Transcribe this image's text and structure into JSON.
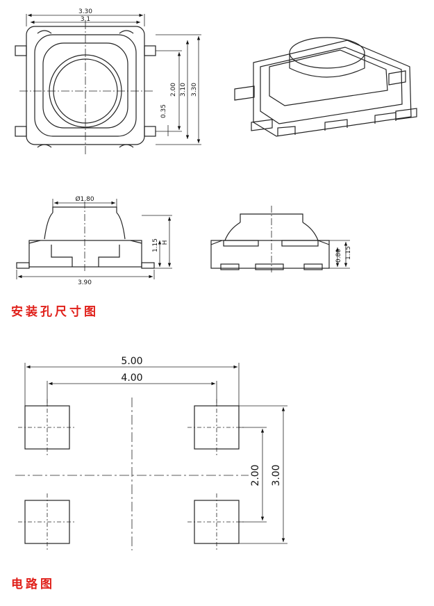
{
  "top_view": {
    "width": "3.30",
    "inner_width": "3.1",
    "height_outer": "3.30",
    "height_inner": "3.10",
    "pitch": "2.00",
    "lead_width": "0.35"
  },
  "side_view_front": {
    "cap_diameter": "Ø1.80",
    "body_height": "1.15",
    "height_label": "H",
    "total_width": "3.90"
  },
  "side_view_side": {
    "lead_thickness": "0.80",
    "body_height": "1.15"
  },
  "mounting_section": {
    "title": "安装孔尺寸图",
    "outer_span": "5.00",
    "inner_span": "4.00",
    "pitch_vertical": "2.00",
    "outer_vertical": "3.00"
  },
  "circuit_section": {
    "title": "电路图"
  }
}
